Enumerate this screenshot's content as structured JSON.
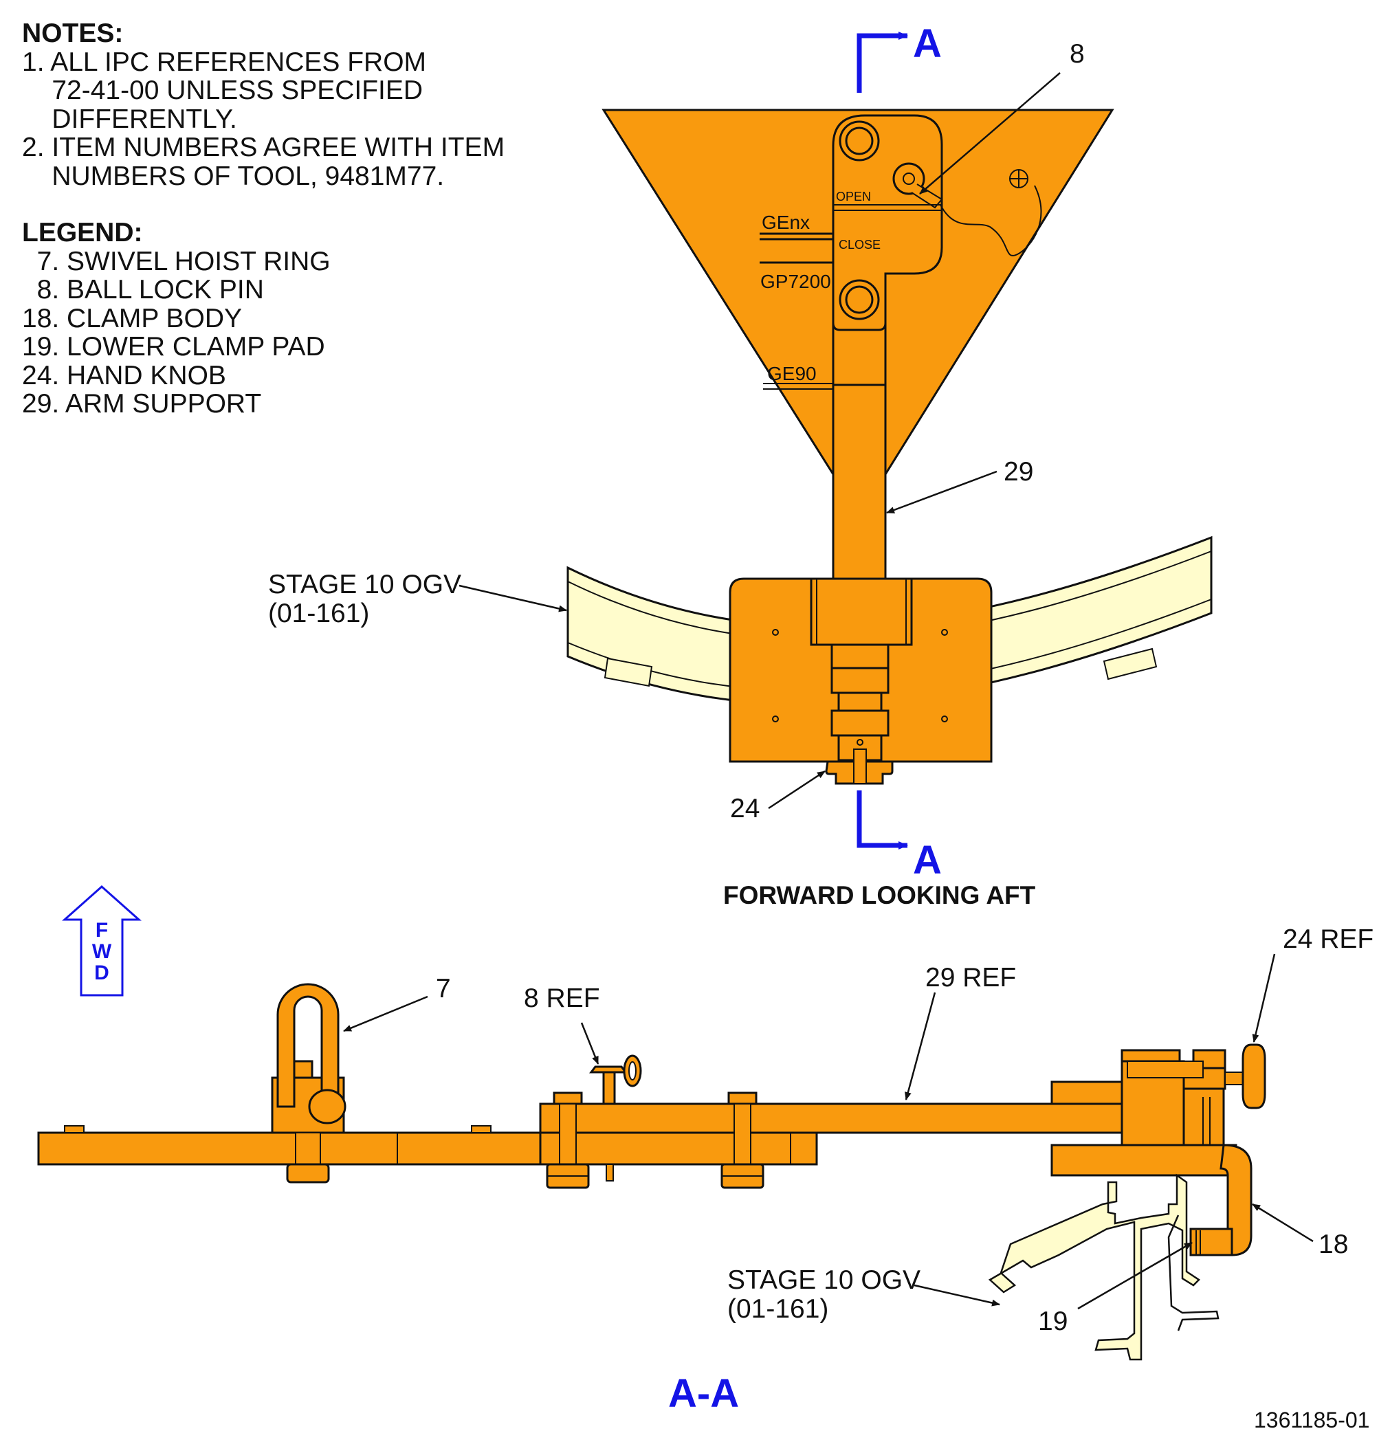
{
  "notes": {
    "title": "NOTES:",
    "items": [
      "1. ALL IPC REFERENCES FROM",
      "    72-41-00 UNLESS SPECIFIED",
      "    DIFFERENTLY.",
      "2. ITEM NUMBERS AGREE WITH ITEM",
      "    NUMBERS OF TOOL, 9481M77."
    ]
  },
  "legend": {
    "title": "LEGEND:",
    "items": [
      "  7. SWIVEL HOIST RING",
      "  8. BALL LOCK PIN",
      "18. CLAMP BODY",
      "19. LOWER CLAMP PAD",
      "24. HAND KNOB",
      "29. ARM SUPPORT"
    ]
  },
  "section_marker": "A",
  "section_view_title": "A-A",
  "forward_view_title": "FORWARD LOOKING AFT",
  "fwd_arrow_letters": [
    "F",
    "W",
    "D"
  ],
  "tool_markings": {
    "open": "OPEN",
    "close": "CLOSE",
    "genx": "GEnx",
    "gp7200": "GP7200",
    "ge90": "GE90"
  },
  "callouts": {
    "item8": "8",
    "item29": "29",
    "item24": "24",
    "stage10_line1": "STAGE 10 OGV",
    "stage10_line2": "(01-161)",
    "item7": "7",
    "item8ref": "8 REF",
    "item29ref": "29 REF",
    "item24ref": "24 REF",
    "item18": "18",
    "item19": "19"
  },
  "figure_number": "1361185-01",
  "colors": {
    "tool": "#F99A0E",
    "ogv": "#FFFCCC",
    "section_blue": "#1414E6",
    "line": "#111111"
  }
}
